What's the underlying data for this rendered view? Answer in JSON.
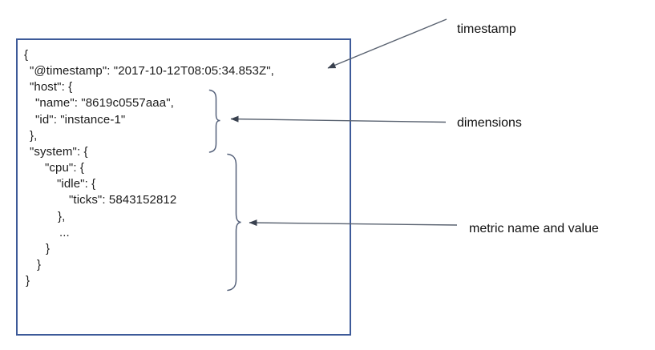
{
  "diagram": {
    "description": "Annotated example of a metric JSON document",
    "code_box": {
      "border_color": "#3d5a99",
      "lines": [
        "{",
        "\"@timestamp\": \"2017-10-12T08:05:34.853Z\",",
        "\"host\": {",
        "\"name\": \"8619c0557aaa\",",
        "\"id\": \"instance-1\"",
        "},",
        "\"system\": {",
        "\"cpu\": {",
        "\"idle\": {",
        "\"ticks\": 5843152812",
        "},",
        "...",
        "}",
        "}",
        "}"
      ]
    },
    "annotations": {
      "timestamp": {
        "label": "timestamp"
      },
      "dimensions": {
        "label": "dimensions"
      },
      "metric": {
        "label": "metric name and value"
      }
    },
    "colors": {
      "box_border": "#3d5a99",
      "arrow_line": "#596270",
      "arrow_head": "#39414f",
      "brace": "#55617a",
      "code_text": "#1b1b1b",
      "label_text": "#111111"
    }
  }
}
